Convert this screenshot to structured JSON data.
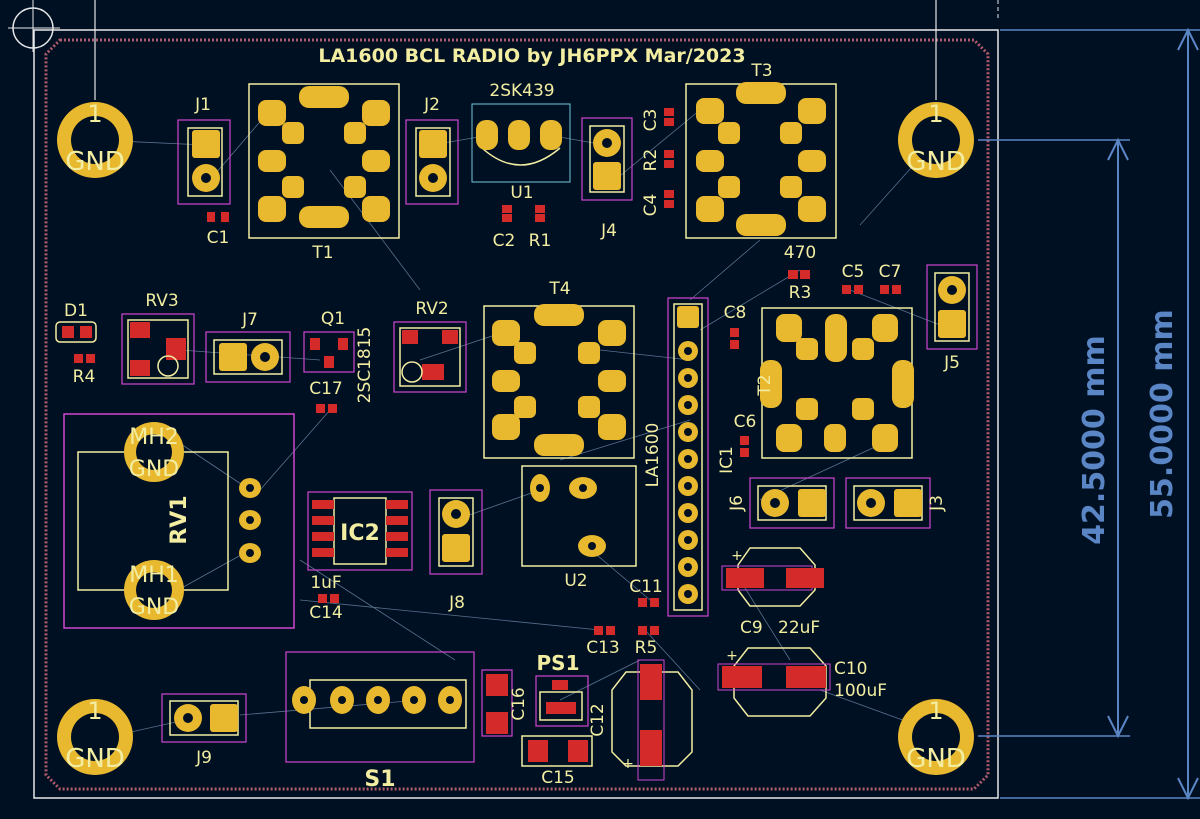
{
  "board": {
    "title": "LA1600 BCL RADIO by JH6PPX Mar/2023",
    "colors": {
      "background": "#001023",
      "silkscreen": "#f2eda1",
      "pad_copper": "#e8b82f",
      "smd_pad": "#d42a2a",
      "courtyard": "#d045d0",
      "dimension": "#5b86c5",
      "ratsnest": "#6f8aa8"
    }
  },
  "mounting_holes": [
    {
      "number": "1",
      "net": "GND"
    },
    {
      "number": "1",
      "net": "GND"
    },
    {
      "number": "1",
      "net": "GND"
    },
    {
      "number": "1",
      "net": "GND"
    },
    {
      "number": "MH2",
      "net": "GND"
    },
    {
      "number": "MH1",
      "net": "GND"
    }
  ],
  "components": {
    "J1": "J1",
    "J2": "J2",
    "J3": "J3",
    "J4": "J4",
    "J5": "J5",
    "J6": "J6",
    "J7": "J7",
    "J8": "J8",
    "J9": "J9",
    "T1": "T1",
    "T2": "T2",
    "T3": "T3",
    "T4": "T4",
    "U1": "U1",
    "U1_value": "2SK439",
    "U2": "U2",
    "Q1": "Q1",
    "Q1_value": "2SC1815",
    "RV1": "RV1",
    "RV2": "RV2",
    "RV3": "RV3",
    "IC1": "IC1",
    "IC1_value": "LA1600",
    "IC2": "IC2",
    "PS1": "PS1",
    "S1": "S1",
    "D1": "D1",
    "R1": "R1",
    "R2": "R2",
    "R3": "R3",
    "R3_value": "470",
    "R4": "R4",
    "R5": "R5",
    "C1": "C1",
    "C2": "C2",
    "C3": "C3",
    "C4": "C4",
    "C5": "C5",
    "C6": "C6",
    "C7": "C7",
    "C8": "C8",
    "C9": "C9",
    "C9_value": "22uF",
    "C10": "C10",
    "C10_value": "100uF",
    "C11": "C11",
    "C12": "C12",
    "C13": "C13",
    "C14": "C14",
    "C14_value": "1uF",
    "C15": "C15",
    "C16": "C16",
    "C17": "C17"
  },
  "dimensions": [
    {
      "value": "42.5000 mm"
    },
    {
      "value": "55.0000 mm"
    }
  ]
}
